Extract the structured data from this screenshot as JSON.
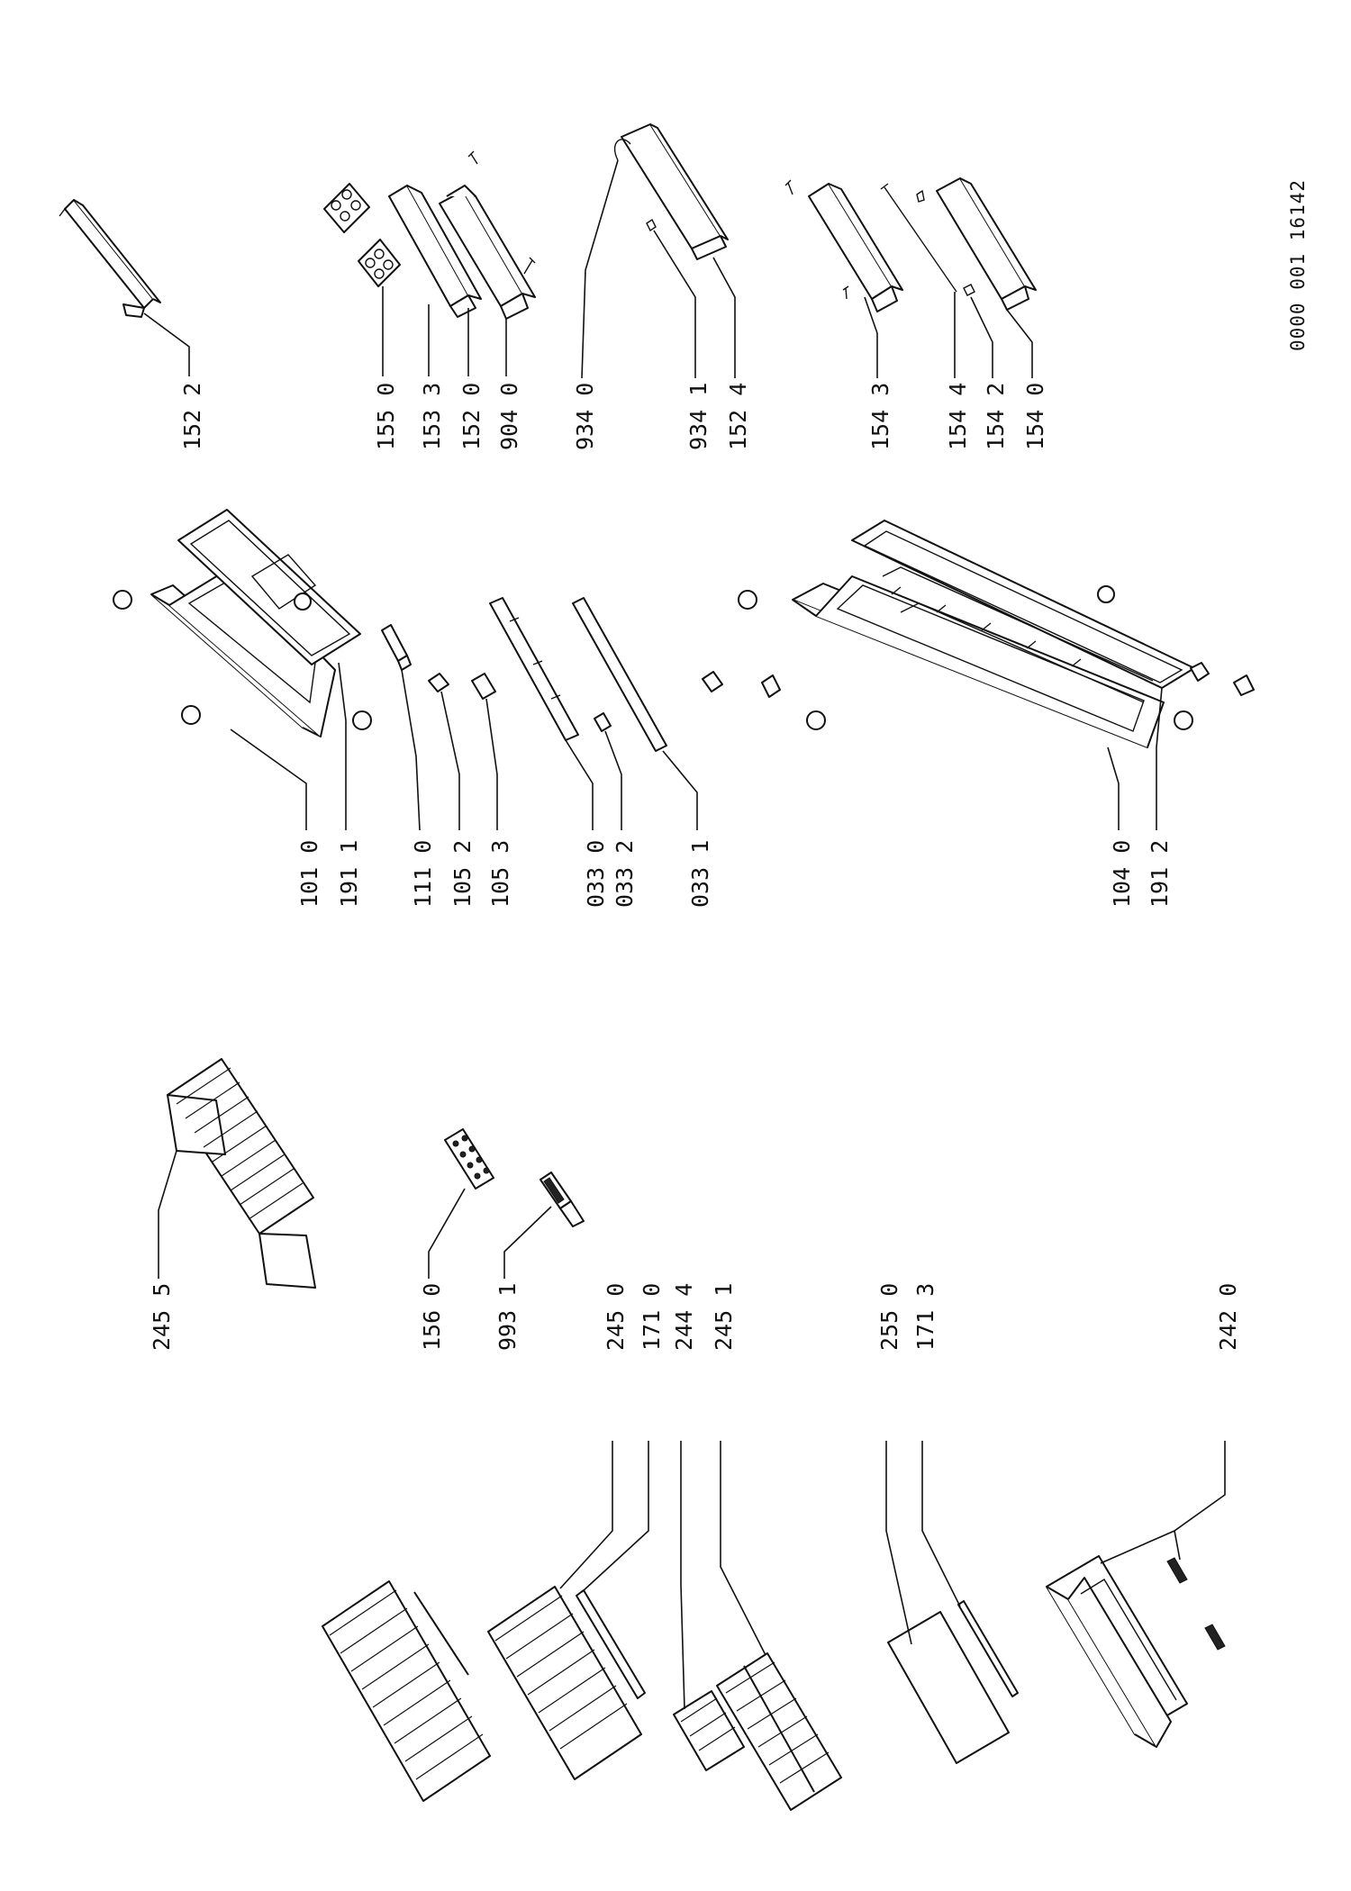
{
  "diagram": {
    "drawing_code": "0000 001  16142",
    "part_labels": [
      {
        "id": "p1522",
        "text": "152 2",
        "target": "door-rack-top"
      },
      {
        "id": "p1550",
        "text": "155 0",
        "target": "egg-tray"
      },
      {
        "id": "p1533",
        "text": "153 3",
        "target": "butter-shelf"
      },
      {
        "id": "p1520",
        "text": "152 0",
        "target": "dairy-compartment"
      },
      {
        "id": "p9040",
        "text": "904 0",
        "target": "dairy-compartment-screw"
      },
      {
        "id": "p9340",
        "text": "934 0",
        "target": "door-wire"
      },
      {
        "id": "p9341",
        "text": "934 1",
        "target": "door-clip"
      },
      {
        "id": "p1524",
        "text": "152 4",
        "target": "door-bar"
      },
      {
        "id": "p1543",
        "text": "154 3",
        "target": "bottle-rack-small"
      },
      {
        "id": "p1544",
        "text": "154 4",
        "target": "rack-rod"
      },
      {
        "id": "p1542",
        "text": "154 2",
        "target": "rack-bracket"
      },
      {
        "id": "p1540",
        "text": "154 0",
        "target": "bottle-rack-large"
      },
      {
        "id": "p1010",
        "text": "101 0",
        "target": "freezer-door"
      },
      {
        "id": "p1911",
        "text": "191 1",
        "target": "freezer-door-gasket"
      },
      {
        "id": "p1110",
        "text": "111 0",
        "target": "handle"
      },
      {
        "id": "p1052",
        "text": "105 2",
        "target": "hinge-plate"
      },
      {
        "id": "p1053",
        "text": "105 3",
        "target": "hinge-cover"
      },
      {
        "id": "p0330",
        "text": "033 0",
        "target": "control-panel"
      },
      {
        "id": "p0332",
        "text": "033 2",
        "target": "control-knob"
      },
      {
        "id": "p0331",
        "text": "033 1",
        "target": "control-cover"
      },
      {
        "id": "p1040",
        "text": "104 0",
        "target": "fridge-door"
      },
      {
        "id": "p1912",
        "text": "191 2",
        "target": "fridge-door-gasket"
      },
      {
        "id": "p2455",
        "text": "245 5",
        "target": "freezer-basket"
      },
      {
        "id": "p1560",
        "text": "156 0",
        "target": "ice-tray"
      },
      {
        "id": "p9931",
        "text": "993 1",
        "target": "scraper"
      },
      {
        "id": "p2450",
        "text": "245 0",
        "target": "wire-shelf"
      },
      {
        "id": "p1710",
        "text": "171 0",
        "target": "shelf-trim"
      },
      {
        "id": "p2444",
        "text": "244 4",
        "target": "half-shelf"
      },
      {
        "id": "p2451",
        "text": "245 1",
        "target": "wire-shelf-divided"
      },
      {
        "id": "p2550",
        "text": "255 0",
        "target": "glass-shelf"
      },
      {
        "id": "p1713",
        "text": "171 3",
        "target": "glass-shelf-trim"
      },
      {
        "id": "p2420",
        "text": "242 0",
        "target": "crisper-drawer"
      }
    ]
  }
}
